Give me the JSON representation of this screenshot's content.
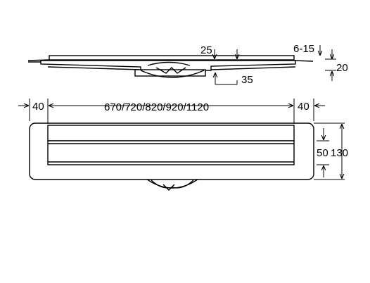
{
  "side_view": {
    "dim_top_thickness": "25",
    "dim_adjust_range": "6-15",
    "dim_total_height": "20",
    "dim_body_height": "35"
  },
  "top_view": {
    "dim_left_margin": "40",
    "dim_length_options": "670/720/820/920/1120",
    "dim_right_margin": "40",
    "dim_channel_width": "50",
    "dim_total_width": "130"
  },
  "colors": {
    "line": "#000000",
    "background": "#ffffff"
  }
}
